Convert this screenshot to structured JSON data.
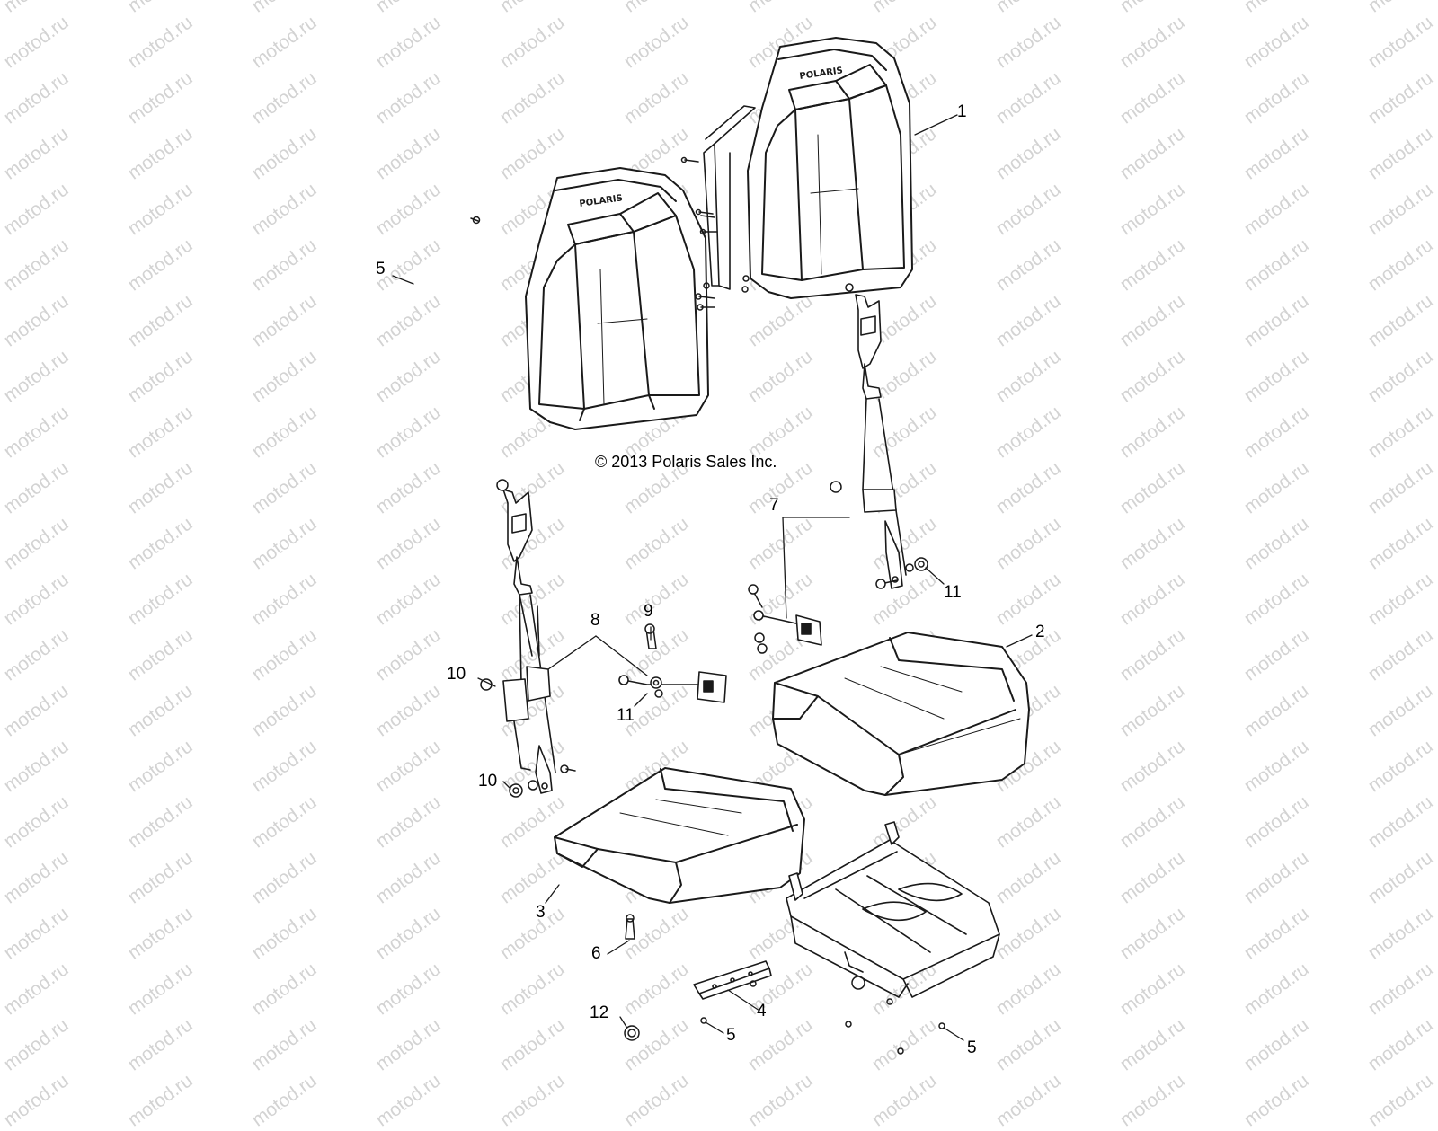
{
  "watermark": "motod.ru",
  "copyright": "© 2013 Polaris Sales Inc.",
  "brand_logo_text": "POLARIS",
  "callouts": [
    {
      "label": "1",
      "part": "seat-back-right"
    },
    {
      "label": "2",
      "part": "seat-bottom-right"
    },
    {
      "label": "3",
      "part": "seat-bottom-left"
    },
    {
      "label": "4",
      "part": "seat-bracket"
    },
    {
      "label": "5",
      "part": "screw-upper-left"
    },
    {
      "label": "5",
      "part": "screw-bracket"
    },
    {
      "label": "5",
      "part": "screw-base-right"
    },
    {
      "label": "6",
      "part": "seat-stud"
    },
    {
      "label": "7",
      "part": "seat-belt-right"
    },
    {
      "label": "8",
      "part": "seat-belt-left"
    },
    {
      "label": "9",
      "part": "bolt"
    },
    {
      "label": "10",
      "part": "nut-upper"
    },
    {
      "label": "10",
      "part": "nut-lower"
    },
    {
      "label": "11",
      "part": "washer-right"
    },
    {
      "label": "11",
      "part": "washer-center"
    },
    {
      "label": "12",
      "part": "grommet"
    }
  ],
  "colors": {
    "line": "#1a1a1a",
    "fill": "#ffffff",
    "watermark": "#d3d3d3",
    "text": "#000000"
  }
}
